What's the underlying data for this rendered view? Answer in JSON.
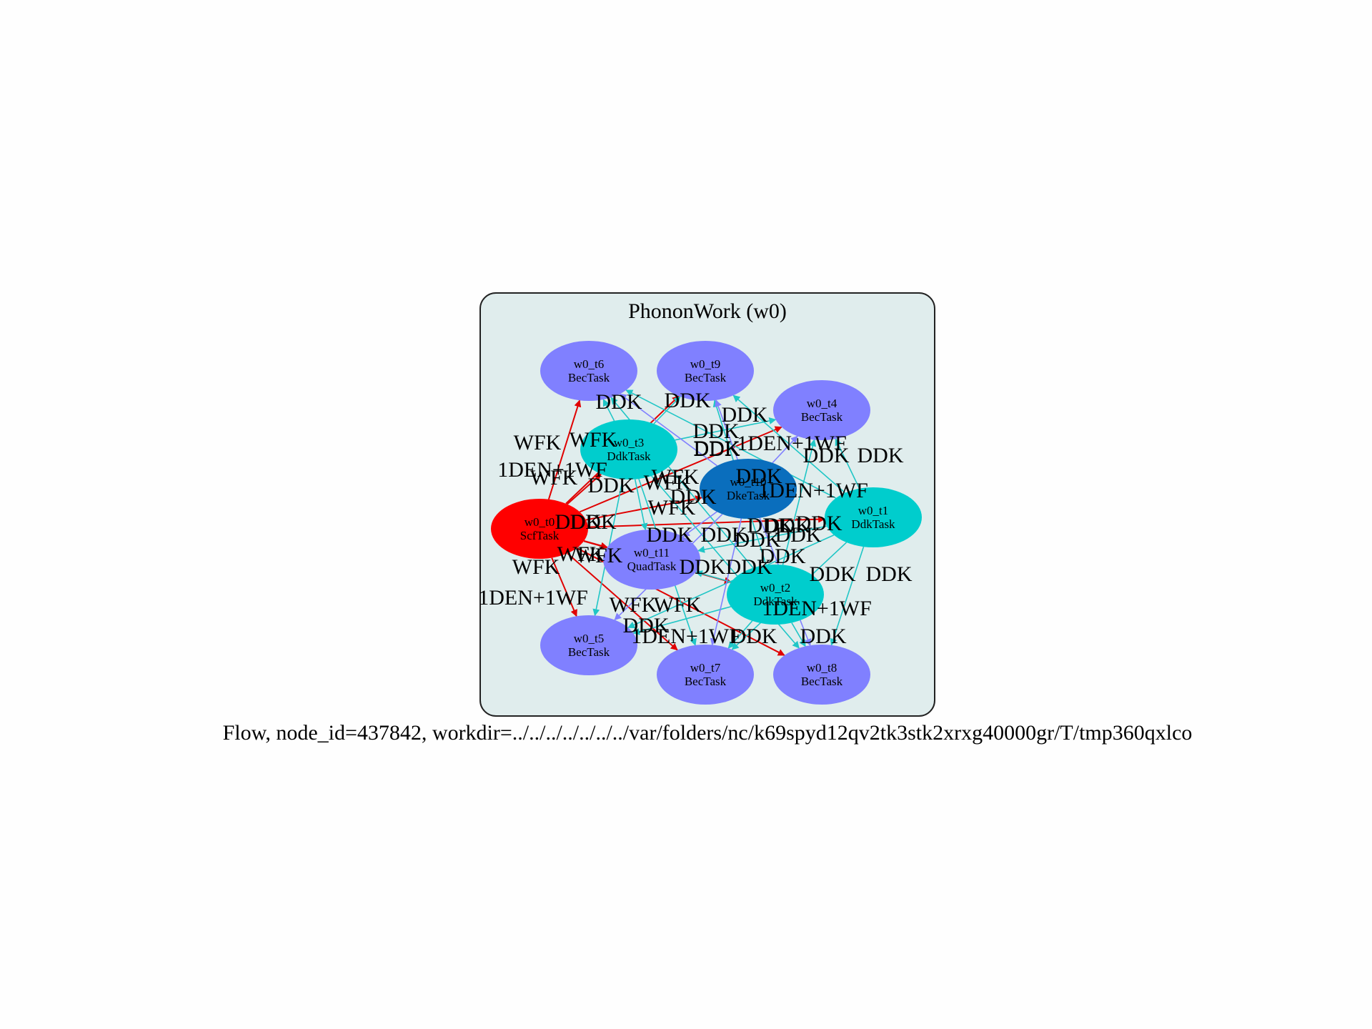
{
  "cluster": {
    "title": "PhononWork (w0)",
    "fill": "#e0eded",
    "border": "#222222"
  },
  "caption": "Flow, node_id=437842, workdir=../../../../../../../var/folders/nc/k69spyd12qv2tk3stk2xrxg40000gr/T/tmp360qxlco",
  "colors": {
    "scf": "#ff0000",
    "ddk": "#00cdcd",
    "ddk_dark": "#0a6ebd",
    "bec": "#8080ff",
    "edge_wfk": "#e00000",
    "edge_ddk": "#20c6c6",
    "edge_den": "#8080ff"
  },
  "nodes": [
    {
      "id": "w0_t0",
      "name": "w0_t0",
      "type": "ScfTask",
      "kind": "scf"
    },
    {
      "id": "w0_t1",
      "name": "w0_t1",
      "type": "DdkTask",
      "kind": "ddk"
    },
    {
      "id": "w0_t2",
      "name": "w0_t2",
      "type": "DdkTask",
      "kind": "ddk"
    },
    {
      "id": "w0_t3",
      "name": "w0_t3",
      "type": "DdkTask",
      "kind": "ddk"
    },
    {
      "id": "w0_t10",
      "name": "w0_t10",
      "type": "DkeTask",
      "kind": "ddk_dark"
    },
    {
      "id": "w0_t11",
      "name": "w0_t11",
      "type": "QuadTask",
      "kind": "bec"
    },
    {
      "id": "w0_t4",
      "name": "w0_t4",
      "type": "BecTask",
      "kind": "bec"
    },
    {
      "id": "w0_t5",
      "name": "w0_t5",
      "type": "BecTask",
      "kind": "bec"
    },
    {
      "id": "w0_t6",
      "name": "w0_t6",
      "type": "BecTask",
      "kind": "bec"
    },
    {
      "id": "w0_t7",
      "name": "w0_t7",
      "type": "BecTask",
      "kind": "bec"
    },
    {
      "id": "w0_t8",
      "name": "w0_t8",
      "type": "BecTask",
      "kind": "bec"
    },
    {
      "id": "w0_t9",
      "name": "w0_t9",
      "type": "BecTask",
      "kind": "bec"
    }
  ],
  "edges": [
    {
      "from": "w0_t0",
      "to": "w0_t6",
      "kind": "wfk"
    },
    {
      "from": "w0_t0",
      "to": "w0_t9",
      "kind": "wfk"
    },
    {
      "from": "w0_t0",
      "to": "w0_t4",
      "kind": "wfk"
    },
    {
      "from": "w0_t0",
      "to": "w0_t3",
      "kind": "wfk"
    },
    {
      "from": "w0_t0",
      "to": "w0_t10",
      "kind": "wfk"
    },
    {
      "from": "w0_t0",
      "to": "w0_t1",
      "kind": "wfk"
    },
    {
      "from": "w0_t0",
      "to": "w0_t11",
      "kind": "wfk"
    },
    {
      "from": "w0_t0",
      "to": "w0_t2",
      "kind": "wfk"
    },
    {
      "from": "w0_t0",
      "to": "w0_t5",
      "kind": "wfk"
    },
    {
      "from": "w0_t0",
      "to": "w0_t7",
      "kind": "wfk"
    },
    {
      "from": "w0_t0",
      "to": "w0_t8",
      "kind": "wfk"
    },
    {
      "from": "w0_t3",
      "to": "w0_t6",
      "kind": "ddk"
    },
    {
      "from": "w0_t3",
      "to": "w0_t9",
      "kind": "ddk"
    },
    {
      "from": "w0_t3",
      "to": "w0_t4",
      "kind": "ddk"
    },
    {
      "from": "w0_t3",
      "to": "w0_t11",
      "kind": "ddk"
    },
    {
      "from": "w0_t3",
      "to": "w0_t5",
      "kind": "ddk"
    },
    {
      "from": "w0_t3",
      "to": "w0_t7",
      "kind": "ddk"
    },
    {
      "from": "w0_t3",
      "to": "w0_t8",
      "kind": "ddk"
    },
    {
      "from": "w0_t1",
      "to": "w0_t6",
      "kind": "ddk"
    },
    {
      "from": "w0_t1",
      "to": "w0_t9",
      "kind": "ddk"
    },
    {
      "from": "w0_t1",
      "to": "w0_t4",
      "kind": "ddk"
    },
    {
      "from": "w0_t1",
      "to": "w0_t11",
      "kind": "ddk"
    },
    {
      "from": "w0_t1",
      "to": "w0_t5",
      "kind": "ddk"
    },
    {
      "from": "w0_t1",
      "to": "w0_t7",
      "kind": "ddk"
    },
    {
      "from": "w0_t1",
      "to": "w0_t8",
      "kind": "ddk"
    },
    {
      "from": "w0_t2",
      "to": "w0_t6",
      "kind": "ddk"
    },
    {
      "from": "w0_t2",
      "to": "w0_t9",
      "kind": "ddk"
    },
    {
      "from": "w0_t2",
      "to": "w0_t4",
      "kind": "ddk"
    },
    {
      "from": "w0_t2",
      "to": "w0_t11",
      "kind": "ddk"
    },
    {
      "from": "w0_t2",
      "to": "w0_t5",
      "kind": "ddk"
    },
    {
      "from": "w0_t2",
      "to": "w0_t7",
      "kind": "ddk"
    },
    {
      "from": "w0_t2",
      "to": "w0_t8",
      "kind": "ddk"
    },
    {
      "from": "w0_t10",
      "to": "w0_t6",
      "kind": "den"
    },
    {
      "from": "w0_t10",
      "to": "w0_t9",
      "kind": "den"
    },
    {
      "from": "w0_t10",
      "to": "w0_t4",
      "kind": "den"
    },
    {
      "from": "w0_t10",
      "to": "w0_t11",
      "kind": "den"
    },
    {
      "from": "w0_t10",
      "to": "w0_t5",
      "kind": "den"
    },
    {
      "from": "w0_t10",
      "to": "w0_t7",
      "kind": "den"
    },
    {
      "from": "w0_t10",
      "to": "w0_t8",
      "kind": "den"
    }
  ],
  "edge_labels": [
    "WFK",
    "WFK",
    "1DEN+1WF",
    "WFK",
    "DDK",
    "DDK",
    "DDK",
    "DDK",
    "DDK",
    "DDK",
    "1DEN+1WF",
    "DDK",
    "DDK",
    "DDK",
    "WFK",
    "DDK",
    "1DEN+1WF",
    "DDK",
    "WFK",
    "WFK",
    "DDK",
    "DDK",
    "DDK",
    "DDK",
    "DDK",
    "WFK",
    "DDK",
    "DDK",
    "DDK",
    "DDK",
    "DDK",
    "WFK",
    "WFK",
    "DDK",
    "DDK",
    "1DEN+1WF",
    "WFK",
    "WFK",
    "1DEN+1WF",
    "DDK",
    "1DEN+1WF",
    "DDK",
    "DDK",
    "DDK",
    "DDK"
  ]
}
